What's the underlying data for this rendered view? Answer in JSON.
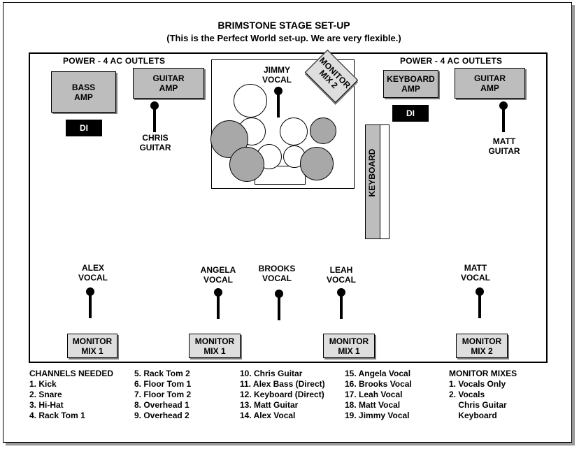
{
  "title": "BRIMSTONE STAGE SET-UP",
  "subtitle": "(This is the Perfect World set-up. We are very flexible.)",
  "power_left": "POWER - 4 AC OUTLETS",
  "power_right": "POWER - 4 AC OUTLETS",
  "amps": {
    "bass": "BASS\nAMP",
    "guitar_left": "GUITAR\nAMP",
    "keyboard": "KEYBOARD\nAMP",
    "guitar_right": "GUITAR\nAMP"
  },
  "di_left": "DI",
  "di_right": "DI",
  "monitor_mix_2_rotated": "MONITOR\nMIX 2",
  "keyboard_label": "KEYBOARD",
  "mics": {
    "jimmy": "JIMMY\nVOCAL",
    "chris": "CHRIS\nGUITAR",
    "matt_guitar": "MATT\nGUITAR",
    "alex": "ALEX\nVOCAL",
    "angela": "ANGELA\nVOCAL",
    "brooks": "BROOKS\nVOCAL",
    "leah": "LEAH\nVOCAL",
    "matt_vocal": "MATT\nVOCAL"
  },
  "monitors": {
    "m1": "MONITOR\nMIX 1",
    "m2": "MONITOR\nMIX 1",
    "m3": "MONITOR\nMIX 1",
    "m4": "MONITOR\nMIX 2"
  },
  "channels": {
    "col1": [
      "CHANNELS NEEDED",
      "1. Kick",
      "2. Snare",
      "3. Hi-Hat",
      "4. Rack Tom 1"
    ],
    "col2": [
      "5. Rack Tom 2",
      "6. Floor Tom 1",
      "7. Floor Tom 2",
      "8. Overhead 1",
      "9. Overhead 2"
    ],
    "col3": [
      "10. Chris Guitar",
      "11. Alex Bass (Direct)",
      "12. Keyboard (Direct)",
      "13. Matt Guitar",
      "14. Alex Vocal"
    ],
    "col4": [
      "15. Angela Vocal",
      "16. Brooks Vocal",
      "17. Leah Vocal",
      "18. Matt Vocal",
      "19. Jimmy Vocal"
    ],
    "col5": [
      "MONITOR MIXES",
      "1. Vocals Only",
      "2. Vocals",
      "    Chris Guitar",
      "    Keyboard"
    ]
  }
}
